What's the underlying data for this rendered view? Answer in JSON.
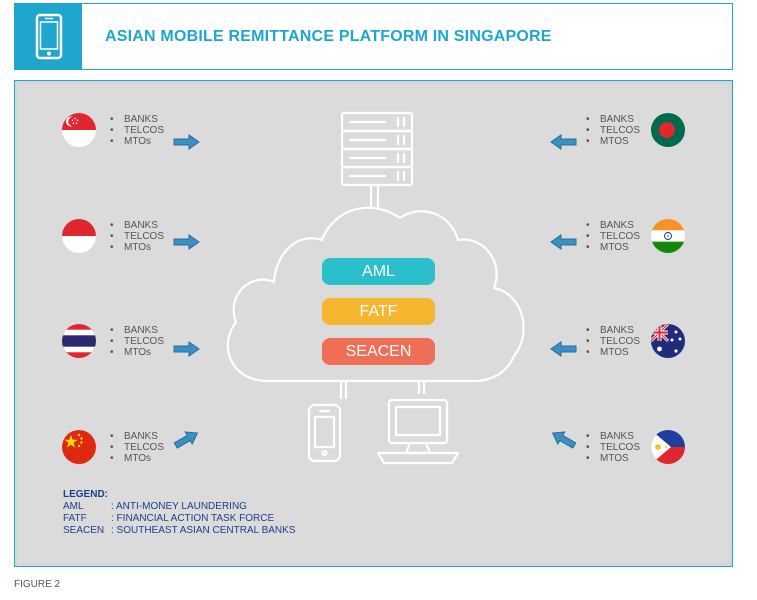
{
  "header": {
    "title": "ASIAN MOBILE REMITTANCE PLATFORM IN SINGAPORE",
    "icon": "smartphone-icon"
  },
  "colors": {
    "accent": "#1fa6cf",
    "aml": "#2bbecb",
    "fatf": "#f5b52f",
    "seacen": "#ee6f55",
    "arrow": "#3a8fc4",
    "legend": "#1b3f8b"
  },
  "center": {
    "pills": [
      {
        "label": "AML"
      },
      {
        "label": "FATF"
      },
      {
        "label": "SEACEN"
      }
    ],
    "icons": [
      "server-rack-icon",
      "cloud-icon",
      "mobile-phone-icon",
      "desktop-computer-icon"
    ]
  },
  "nodes": {
    "left": [
      {
        "flag": "singapore-flag-icon",
        "items": [
          "BANKS",
          "TELCOS",
          "MTOs"
        ]
      },
      {
        "flag": "indonesia-flag-icon",
        "items": [
          "BANKS",
          "TELCOS",
          "MTOs"
        ]
      },
      {
        "flag": "thailand-flag-icon",
        "items": [
          "BANKS",
          "TELCOS",
          "MTOs"
        ]
      },
      {
        "flag": "china-flag-icon",
        "items": [
          "BANKS",
          "TELCOS",
          "MTOs"
        ]
      }
    ],
    "right": [
      {
        "flag": "bangladesh-flag-icon",
        "items": [
          "BANKS",
          "TELCOS",
          "MTOS"
        ]
      },
      {
        "flag": "india-flag-icon",
        "items": [
          "BANKS",
          "TELCOS",
          "MTOS"
        ]
      },
      {
        "flag": "australia-flag-icon",
        "items": [
          "BANKS",
          "TELCOS",
          "MTOS"
        ]
      },
      {
        "flag": "philippines-flag-icon",
        "items": [
          "BANKS",
          "TELCOS",
          "MTOS"
        ]
      }
    ]
  },
  "legend": {
    "title": "LEGEND:",
    "entries": [
      {
        "key": "AML",
        "value": ": ANTI-MONEY LAUNDERING"
      },
      {
        "key": "FATF",
        "value": ": FINANCIAL ACTION TASK FORCE"
      },
      {
        "key": "SEACEN",
        "value": ": SOUTHEAST ASIAN CENTRAL BANKS"
      }
    ]
  },
  "caption": "FIGURE 2"
}
